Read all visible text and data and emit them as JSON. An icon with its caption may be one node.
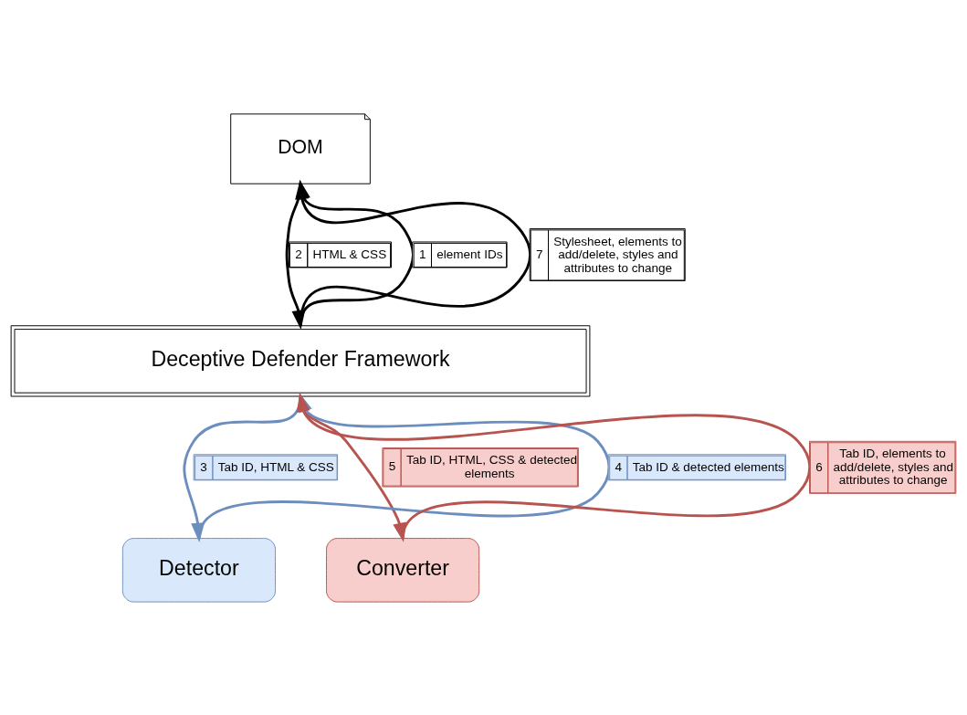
{
  "diagram": {
    "nodes": [
      {
        "text": [
          "DOM"
        ]
      },
      {
        "text": [
          "Deceptive Defender Framework"
        ]
      },
      {
        "text": [
          "Detector"
        ]
      },
      {
        "text": [
          "Converter"
        ]
      }
    ],
    "edges": [
      {
        "from": 1,
        "to": 0,
        "arrow": "to",
        "label": "element IDs"
      },
      {
        "from": 0,
        "to": 1,
        "arrow": "to",
        "label": "HTML & CSS"
      },
      {
        "from": 1,
        "to": 2,
        "arrow": "to",
        "label": "Tab ID, HTML & CSS",
        "color": "#6c8ebf"
      },
      {
        "from": 2,
        "to": 1,
        "arrow": "to",
        "label": "Tab ID & detected elements",
        "color": "#6c8ebf"
      },
      {
        "from": 1,
        "to": 3,
        "arrow": "to",
        "label": "Tab ID, HTML, CSS & detected elements",
        "color": "#b85450"
      },
      {
        "from": 3,
        "to": 1,
        "arrow": "to",
        "label": "Tab ID, elements to add/delete, styles and attributes to change",
        "color": "#b85450"
      },
      {
        "from": 1,
        "to": 0,
        "arrow": "to",
        "label": "Stylesheet, elements to add/delete, styles and attributes to change"
      }
    ],
    "labels": [
      "1",
      "2",
      "3",
      "4",
      "5",
      "6",
      "7"
    ]
  }
}
